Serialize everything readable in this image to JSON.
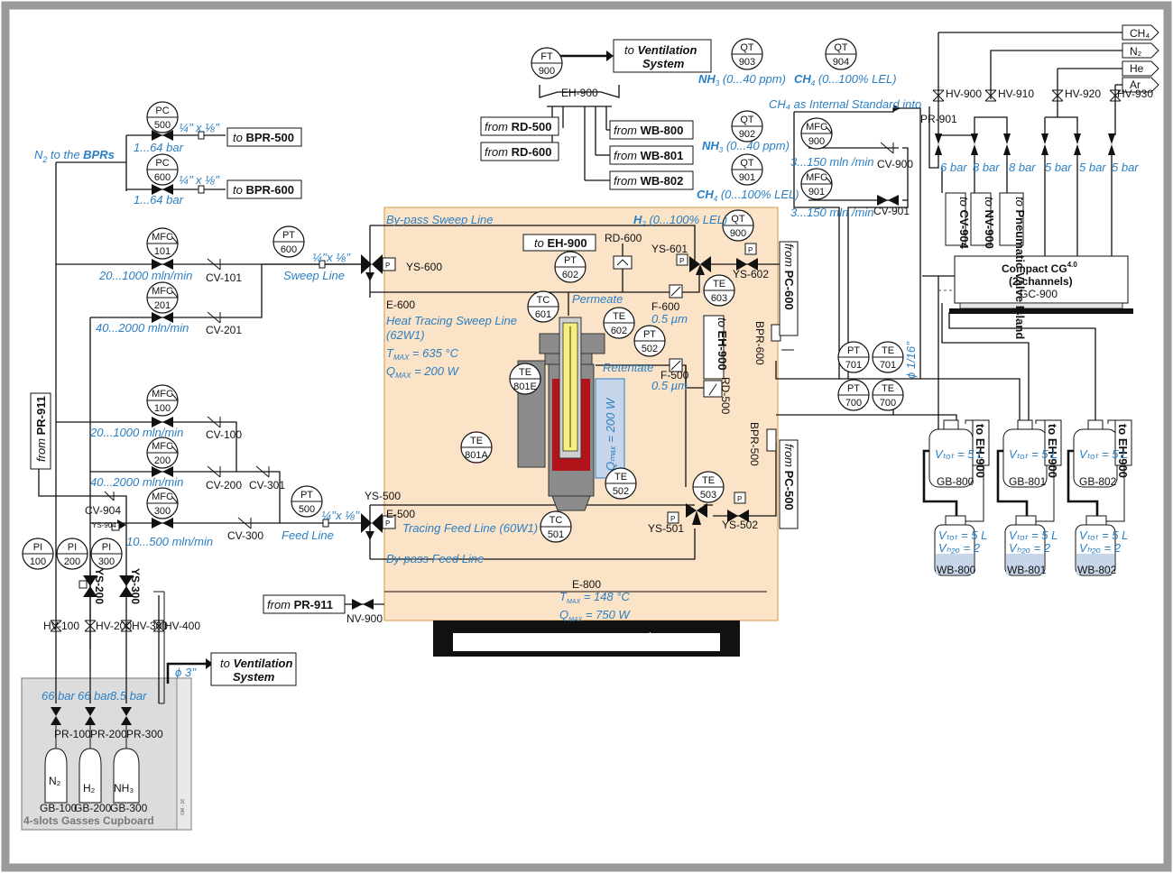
{
  "colors": {
    "frame": "#9a9a9a",
    "heated_zone": "#fbe3c7",
    "heated_border": "#e0a45a",
    "blue_text": "#2a7fc4",
    "cupboard": "#dcdcdc",
    "reactor_red": "#b3131b",
    "reactor_gray": "#8c8c8c"
  },
  "instruments": {
    "pc500": [
      "PC",
      "500"
    ],
    "pc600": [
      "PC",
      "600"
    ],
    "mfc101": [
      "MFC",
      "101"
    ],
    "mfc201": [
      "MFC",
      "201"
    ],
    "mfc100": [
      "MFC",
      "100"
    ],
    "mfc200": [
      "MFC",
      "200"
    ],
    "mfc300": [
      "MFC",
      "300"
    ],
    "pt600": [
      "PT",
      "600"
    ],
    "pt500": [
      "PT",
      "500"
    ],
    "pt602": [
      "PT",
      "602"
    ],
    "pt502": [
      "PT",
      "502"
    ],
    "pt701": [
      "PT",
      "701"
    ],
    "pt700": [
      "PT",
      "700"
    ],
    "tc601": [
      "TC",
      "601"
    ],
    "tc501": [
      "TC",
      "501"
    ],
    "te602": [
      "TE",
      "602"
    ],
    "te603": [
      "TE",
      "603"
    ],
    "te503": [
      "TE",
      "503"
    ],
    "te502": [
      "TE",
      "502"
    ],
    "te801e": [
      "TE",
      "801E"
    ],
    "te801a": [
      "TE",
      "801A"
    ],
    "te701": [
      "TE",
      "701"
    ],
    "te700": [
      "TE",
      "700"
    ],
    "qt900": [
      "QT",
      "900"
    ],
    "qt903": [
      "QT",
      "903"
    ],
    "qt904": [
      "QT",
      "904"
    ],
    "qt902": [
      "QT",
      "902"
    ],
    "qt901": [
      "QT",
      "901"
    ],
    "ft900": [
      "FT",
      "900"
    ],
    "mfc900": [
      "MFC",
      "900"
    ],
    "mfc901": [
      "MFC",
      "901"
    ],
    "pi100": [
      "PI",
      "100"
    ],
    "pi200": [
      "PI",
      "200"
    ],
    "pi300": [
      "PI",
      "300"
    ]
  },
  "labels": {
    "n2_bprs_pre": "N",
    "n2_bprs_sub": "2",
    "n2_bprs_mid": " to the ",
    "n2_bprs_bold": "BPRs",
    "range_pc500": "1...64 bar",
    "range_pc600": "1...64 bar",
    "fit_pc500": "¼’’ x ⅛’’",
    "fit_pc600": "¼’’ x ⅛’’",
    "fit_sweep": "¼’’x ⅛’’",
    "fit_feed": "¼’’x ⅛’’",
    "to_bpr500_pre": "to ",
    "to_bpr500_bold": "BPR-500",
    "to_bpr600_pre": "to ",
    "to_bpr600_bold": "BPR-600",
    "range_mfc101": "20...1000 mln/min",
    "range_mfc201": "40...2000 mln/min",
    "range_mfc100": "20...1000 mln/min",
    "range_mfc200": "40...2000 mln/min",
    "range_mfc300": "10...500 mln/min",
    "cv101": "CV-101",
    "cv201": "CV-201",
    "cv100": "CV-100",
    "cv200": "CV-200",
    "cv301": "CV-301",
    "cv300": "CV-300",
    "cv904": "CV-904",
    "sweep_line": "Sweep Line",
    "feed_line": "Feed Line",
    "from_pr911_v_pre": "from ",
    "from_pr911_v_bold": "PR-911",
    "ys904": "YS-904",
    "bypass_sweep": "By-pass Sweep Line",
    "bypass_feed": "By-pass Feed Line",
    "ys600": "YS-600",
    "ys500": "YS-500",
    "ys601": "YS-601",
    "ys602": "YS-602",
    "ys501": "YS-501",
    "ys502": "YS-502",
    "e600": "E-600",
    "e500": "E-500",
    "e800": "E-800",
    "heat_tracing_sweep": "Heat Tracing Sweep Line",
    "w62": "(62W1)",
    "tmax635_pre": "T",
    "tmax635_sub": "MAX",
    "tmax635_post": " = 635 °C",
    "qmax200_pre": "Q",
    "qmax200_sub": "MAX",
    "qmax200_post": " = 200 W",
    "tracing_feed": "Tracing Feed Line (60W1)",
    "tmax148_pre": "T",
    "tmax148_sub": "MAX",
    "tmax148_post": " = 148 °C",
    "qmax750_pre": "Q",
    "qmax750_sub": "MAX",
    "qmax750_post": " = 750 W",
    "qmax_reactor": "Qₘₐₓ = 200 W",
    "to_eh900_pre": "to ",
    "to_eh900_bold": "EH-900",
    "rd600": "RD-600",
    "rd500": "RD-500",
    "permeate": "Permeate",
    "retentate": "Retentate",
    "f600": "F-600",
    "f600_size": "0.5 µm",
    "f500": "F-500",
    "f500_size": "0.5 µm",
    "to_eh900_v_pre": "to ",
    "to_eh900_v_bold": "EH-900",
    "h2_range_pre": "H",
    "h2_range_sub": "2",
    "h2_range_post": " (0...100% LEL)",
    "from_pc600_pre": "from ",
    "from_pc600_bold": "PC-600",
    "from_pc500_pre": "from ",
    "from_pc500_bold": "PC-500",
    "bpr600": "BPR-600",
    "bpr500": "BPR-500",
    "nh3_903_pre": "NH",
    "nh3_903_sub": "3",
    "nh3_903_post": " (0...40 ppm)",
    "ch4_904_pre": "CH",
    "ch4_904_sub": "4",
    "ch4_904_post": " (0...100% LEL)",
    "nh3_902_pre": "NH",
    "nh3_902_sub": "3",
    "nh3_902_post": " (0...40 ppm)",
    "ch4_901_pre": "CH",
    "ch4_901_sub": "4",
    "ch4_901_post": " (0...100% LEL)",
    "ch4_internal": "CH₄ as Internal Standard into",
    "range_mfc900": "3...150 mln /min",
    "range_mfc901": "3...150 mln /min",
    "cv900": "CV-900",
    "cv901": "CV-901",
    "to_vent_top_pre": "to ",
    "to_vent_top_bold1": "Ventilation",
    "to_vent_top_bold2": "System",
    "eh900": "EH-900",
    "from_rd500_pre": "from ",
    "from_rd500_bold": "RD-500",
    "from_rd600_pre": "from ",
    "from_rd600_bold": "RD-600",
    "from_wb800_pre": "from ",
    "from_wb800_bold": "WB-800",
    "from_wb801_pre": "from ",
    "from_wb801_bold": "WB-801",
    "from_wb802_pre": "from ",
    "from_wb802_bold": "WB-802",
    "gas_ch4": "CH₄",
    "gas_n2": "N₂",
    "gas_he": "He",
    "gas_ar": "Ar",
    "hv900": "HV-900",
    "hv910": "HV-910",
    "hv920": "HV-920",
    "hv930": "HV-930",
    "pr901": "PR-901",
    "p6bar": "6 bar",
    "p8bar_a": "8 bar",
    "p8bar_b": "8 bar",
    "p5bar_a": "5 bar",
    "p5bar_b": "5 bar",
    "p5bar_c": "5 bar",
    "to_cv904_pre": "to ",
    "to_cv904_bold": "CV-904",
    "to_nv900_pre": "to ",
    "to_nv900_bold": "NV-900",
    "to_pneumatic_pre": "to ",
    "to_pneumatic_bold": "Pneumatic Valve Island",
    "gc_title": "Compact CG",
    "gc_sup": "4.0",
    "gc_channels": "(2-channels)",
    "gc_tag": "GC-900",
    "phi_116": "ϕ 1/16’’",
    "to_eh900_gb800": "to EH-900",
    "to_eh900_gb801": "to EH-900",
    "to_eh900_gb802": "to EH-900",
    "vtot_gb": "Vₜₒₜ = 5 L",
    "gb800": "GB-800",
    "gb801": "GB-801",
    "gb802": "GB-802",
    "vtot_wb": "Vₜₒₜ = 5 L",
    "vh2o_wb": "Vₕ₂ₒ = 2",
    "wb800": "WB-800",
    "wb801": "WB-801",
    "wb802": "WB-802",
    "from_pr911_pre": "from ",
    "from_pr911_bold": "PR-911",
    "nv900": "NV-900",
    "ys200": "YS-200",
    "ys300": "YS-300",
    "hv100": "HV-100",
    "hv200": "HV-200",
    "hv300": "HV-300",
    "hv400": "HV-400",
    "to_vent_bot_pre": "to ",
    "to_vent_bot_bold1": "Ventilation",
    "to_vent_bot_bold2": "System",
    "phi_3": "ϕ 3’’",
    "p66bar_a": "66 bar",
    "p66bar_b": "66 bar",
    "p85bar": "8.5 bar",
    "pr100": "PR-100",
    "pr200": "PR-200",
    "pr300": "PR-300",
    "bottle_n2": "N₂",
    "bottle_h2": "H₂",
    "bottle_nh3": "NH₃",
    "gb100": "GB-100",
    "gb200": "GB-200",
    "gb300": "GB-300",
    "cupboard": "4-slots Gasses Cupboard",
    "p_glyph": "P",
    "stand_mark": "A",
    "cupboard_tag": "GM - 16"
  }
}
